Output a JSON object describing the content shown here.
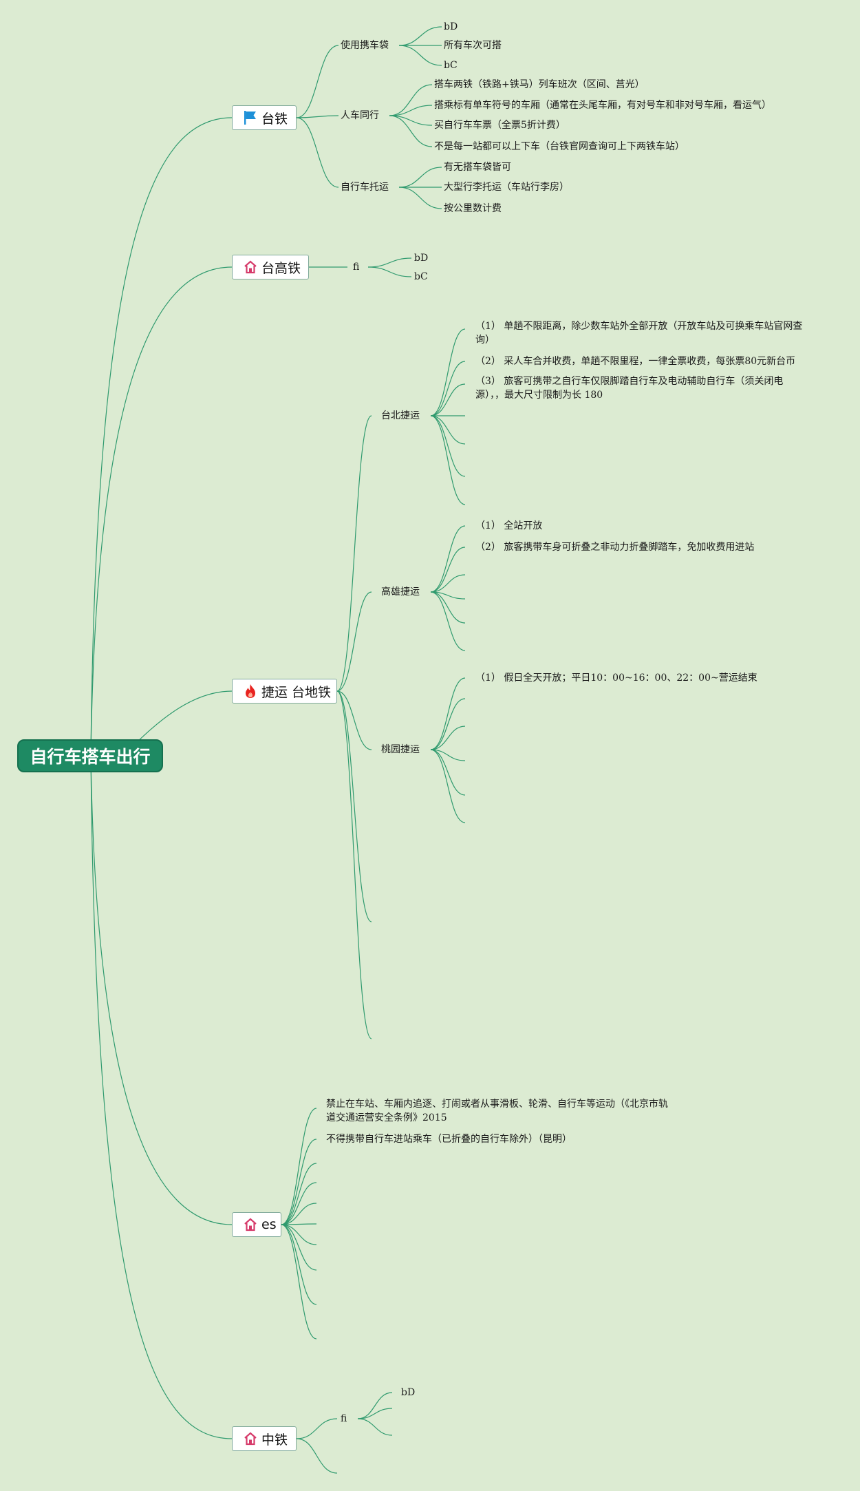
{
  "root": {
    "label": "自行车搭车出行"
  },
  "branches": {
    "taitie": {
      "label": "台铁",
      "icon": "flag-icon",
      "icon_color": "#1e90d8",
      "children": [
        {
          "label": "使用携车袋",
          "items": [
            "bD",
            "所有车次可搭",
            "bC"
          ]
        },
        {
          "label": "人车同行",
          "items": [
            "搭车两铁（铁路+铁马）列车班次（区间、莒光）",
            "搭乘标有单车符号的车厢（通常在头尾车厢，有对号车和非对号车厢，看运气）",
            "买自行车车票（全票5折计费）",
            "不是每一站都可以上下车（台铁官网查询可上下两铁车站）"
          ]
        },
        {
          "label": "自行车托运",
          "items": [
            "有无搭车袋皆可",
            "大型行李托运（车站行李房）",
            "按公里数计费"
          ]
        }
      ]
    },
    "taigaotie": {
      "label": "台高铁",
      "icon": "home-icon",
      "icon_color": "#d63a6a",
      "children": [
        {
          "label": "fi",
          "items": [
            "bD",
            "bC"
          ]
        }
      ]
    },
    "jieyun": {
      "label": "捷运 台地铁",
      "icon": "fire-icon",
      "icon_color": "#e8231f",
      "children": [
        {
          "label": "台北捷运",
          "items": [
            "（1）  单趟不限距离，除少数车站外全部开放（开放车站及可换乘车站官网查询）",
            "（2）  采人车合并收费，单趟不限里程，一律全票收费，每张票80元新台币",
            "（3）  旅客可携带之自行车仅限脚踏自行车及电动辅助自行车（须关闭电源），，最大尺寸限制为长 180"
          ]
        },
        {
          "label": "高雄捷运",
          "items": [
            "（1）  全站开放",
            "（2）  旅客携带车身可折叠之非动力折叠脚踏车，免加收费用进站"
          ]
        },
        {
          "label": "桃园捷运",
          "items": [
            "（1）  假日全天开放；平日10：00~16：00、22：00~营运结束"
          ]
        }
      ]
    },
    "es": {
      "label": "es",
      "icon": "home-icon",
      "icon_color": "#d63a6a",
      "items": [
        "禁止在车站、车厢内追逐、打闹或者从事滑板、轮滑、自行车等运动（《北京市轨道交通运营安全条例》2015",
        "不得携带自行车进站乘车（已折叠的自行车除外）（昆明）"
      ]
    },
    "zhongtie": {
      "label": "中铁",
      "icon": "home-icon",
      "icon_color": "#d63a6a",
      "children": [
        {
          "label": "fi",
          "items": [
            "bD"
          ]
        }
      ]
    }
  },
  "style": {
    "background": "#dcebd2",
    "line_color": "#2f9a6e",
    "root_color": "#1e8a63"
  }
}
